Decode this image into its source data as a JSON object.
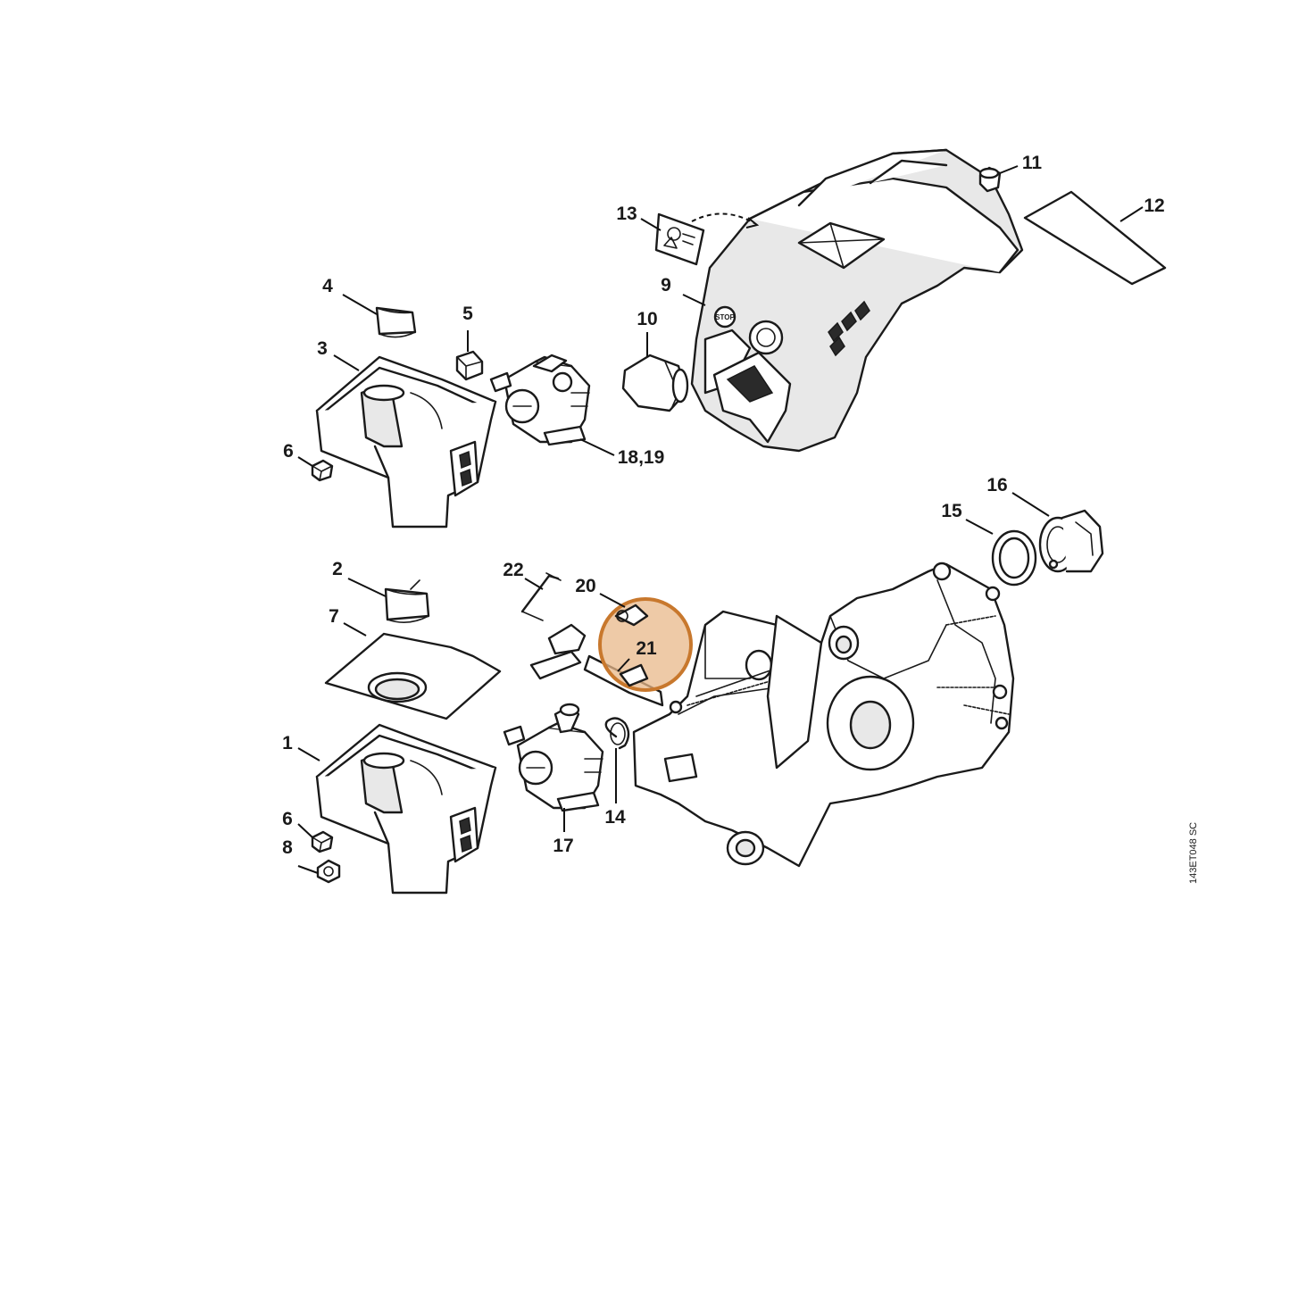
{
  "drawing_code": "143ET048 SC",
  "highlight_color": "#c8782d",
  "highlight_fill": "#e8b88a",
  "cover_stop_label": "STOP",
  "parts": {
    "p1": "1",
    "p2": "2",
    "p3": "3",
    "p4": "4",
    "p5": "5",
    "p6a": "6",
    "p6b": "6",
    "p7": "7",
    "p8": "8",
    "p9": "9",
    "p10": "10",
    "p11": "11",
    "p12": "12",
    "p13": "13",
    "p14": "14",
    "p15": "15",
    "p16": "16",
    "p17": "17",
    "p18_19": "18,19",
    "p20": "20",
    "p21": "21",
    "p22": "22"
  }
}
